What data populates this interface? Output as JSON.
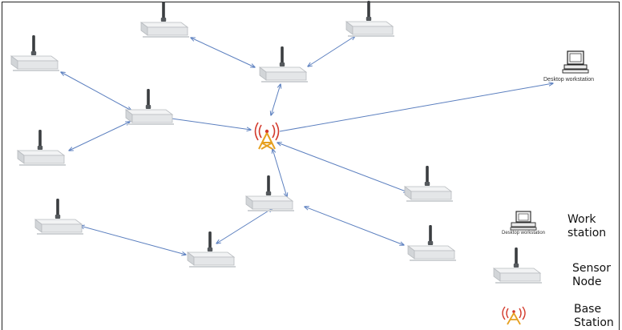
{
  "diagram": {
    "workstation_caption": "Desktop workstation",
    "legend": {
      "workstation_icon_caption": "Desktop workstation",
      "workstation_label": "Work\nstation",
      "sensor_label": "Sensor\nNode",
      "base_label": "Base\nStation"
    },
    "colors": {
      "link": "#5b7fbf",
      "node_body": "#e4e6e8",
      "tower": "#e6a020",
      "waves": "#d33a2c"
    },
    "icons": [
      "sensor-node-icon",
      "base-station-icon",
      "desktop-workstation-icon"
    ]
  }
}
